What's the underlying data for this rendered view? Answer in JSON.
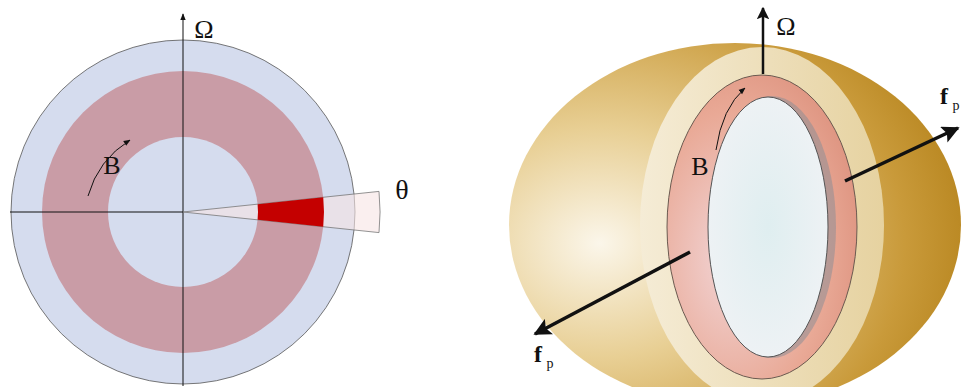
{
  "diagram": {
    "labels": [
      "Ω",
      "B",
      "θ",
      "Ω",
      "B",
      "f",
      "p",
      "f",
      "p"
    ]
  }
}
